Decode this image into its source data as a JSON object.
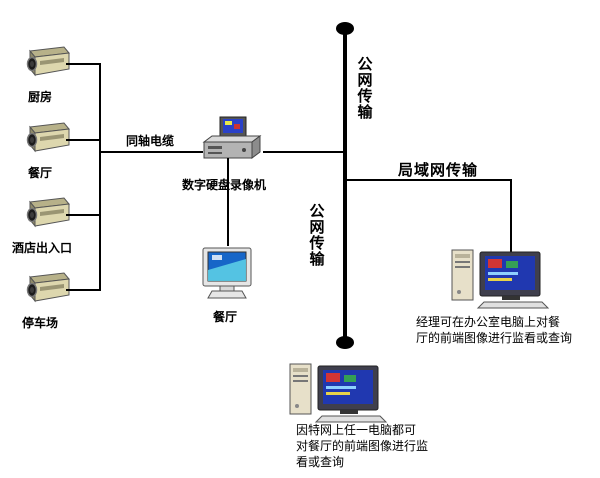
{
  "diagram": {
    "cameras": [
      {
        "label": "厨房"
      },
      {
        "label": "餐厅"
      },
      {
        "label": "酒店出入口"
      },
      {
        "label": "停车场"
      }
    ],
    "cable_label": "同轴电缆",
    "dvr_label": "数字硬盘录像机",
    "monitor_label": "餐厅",
    "wan_top_label": "公网传输",
    "wan_bottom_label": "公网传输",
    "lan_label": "局域网传输",
    "manager_note": {
      "lines": [
        "经理可在办公室电脑上对餐",
        "厅的前端图像进行监看或查询"
      ]
    },
    "internet_note": {
      "lines": [
        "因特网上任一电脑都可",
        "对餐厅的前端图像进行监",
        "看或查询"
      ]
    },
    "colors": {
      "line": "#000000",
      "camera_body": "#ddd7ae",
      "screen_blue": "#2038b0"
    }
  }
}
